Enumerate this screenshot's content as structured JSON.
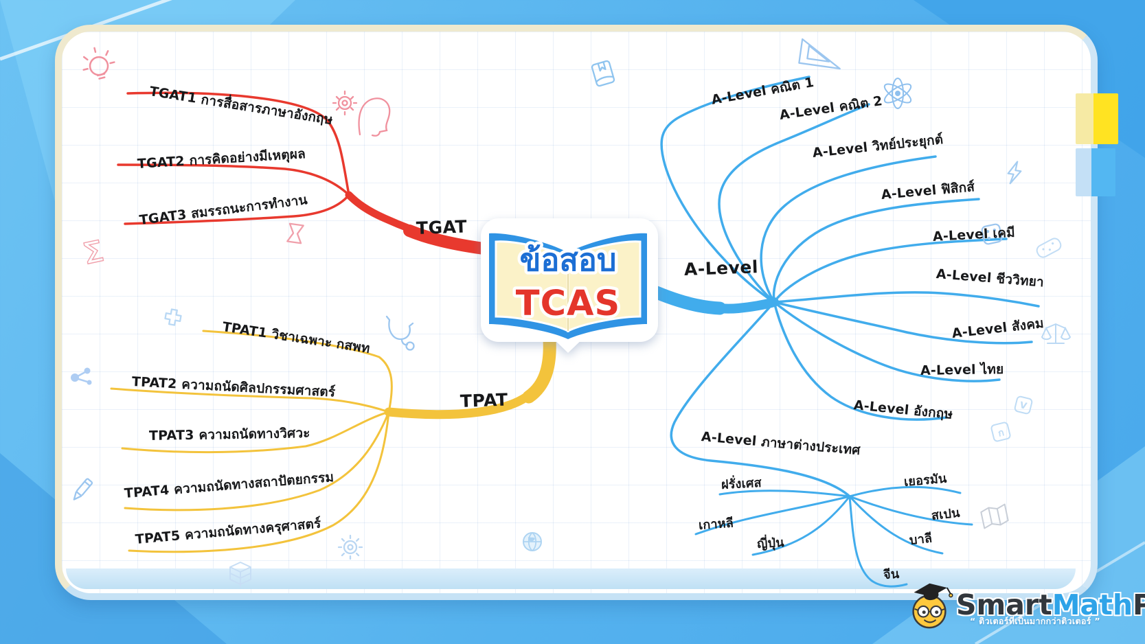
{
  "center": {
    "line1": "ข้อสอบ",
    "line1_color": "#1c6ed4",
    "line2": "TCAS",
    "line2_color": "#e4352b"
  },
  "branches": {
    "tgat": {
      "label": "TGAT",
      "color": "#e8392e",
      "items": [
        "TGAT1 การสื่อสารภาษาอังกฤษ",
        "TGAT2 การคิดอย่างมีเหตุผล",
        "TGAT3 สมรรถนะการทำงาน"
      ]
    },
    "tpat": {
      "label": "TPAT",
      "color": "#f3c33c",
      "items": [
        "TPAT1 วิชาเฉพาะ กสพท",
        "TPAT2 ความถนัดศิลปกรรมศาสตร์",
        "TPAT3 ความถนัดทางวิศวะ",
        "TPAT4 ความถนัดทางสถาปัตยกรรม",
        "TPAT5 ความถนัดทางครุศาสตร์"
      ]
    },
    "alevel": {
      "label": "A-Level",
      "color": "#41acec",
      "items": [
        "A-Level คณิต 1",
        "A-Level คณิต 2",
        "A-Level วิทย์ประยุกต์",
        "A-Level ฟิสิกส์",
        "A-Level เคมี",
        "A-Level ชีววิทยา",
        "A-Level สังคม",
        "A-Level ไทย",
        "A-Level อังกฤษ",
        "A-Level ภาษาต่างประเทศ"
      ],
      "languages": [
        "ฝรั่งเศส",
        "เกาหลี",
        "ญี่ปุ่น",
        "เยอรมัน",
        "สเปน",
        "บาลี",
        "จีน"
      ]
    }
  },
  "logo": {
    "smart": "Smart",
    "math": "Math",
    "pro": "Pro",
    "tagline": "“ ติวเตอร์ที่เป็นมากกว่าติวเตอร์ ”",
    "math_color": "#2ea3e8",
    "dark_color": "#31373d",
    "face_color": "#ffc93e"
  },
  "icons": [
    "lightbulb-icon",
    "gear-head-icon",
    "hourglass-icon",
    "sigma-icon",
    "plus-icon",
    "molecule-icon",
    "stethoscope-icon",
    "pencil-icon",
    "gear-icon",
    "cube-stack-icon",
    "globe-icon",
    "book-icon",
    "triangle-ruler-icon",
    "atom-icon",
    "lightning-icon",
    "dice-icon",
    "sponge-icon",
    "scales-icon",
    "thai-letter-tile-icon",
    "v-letter-tile-icon",
    "map-icon"
  ]
}
